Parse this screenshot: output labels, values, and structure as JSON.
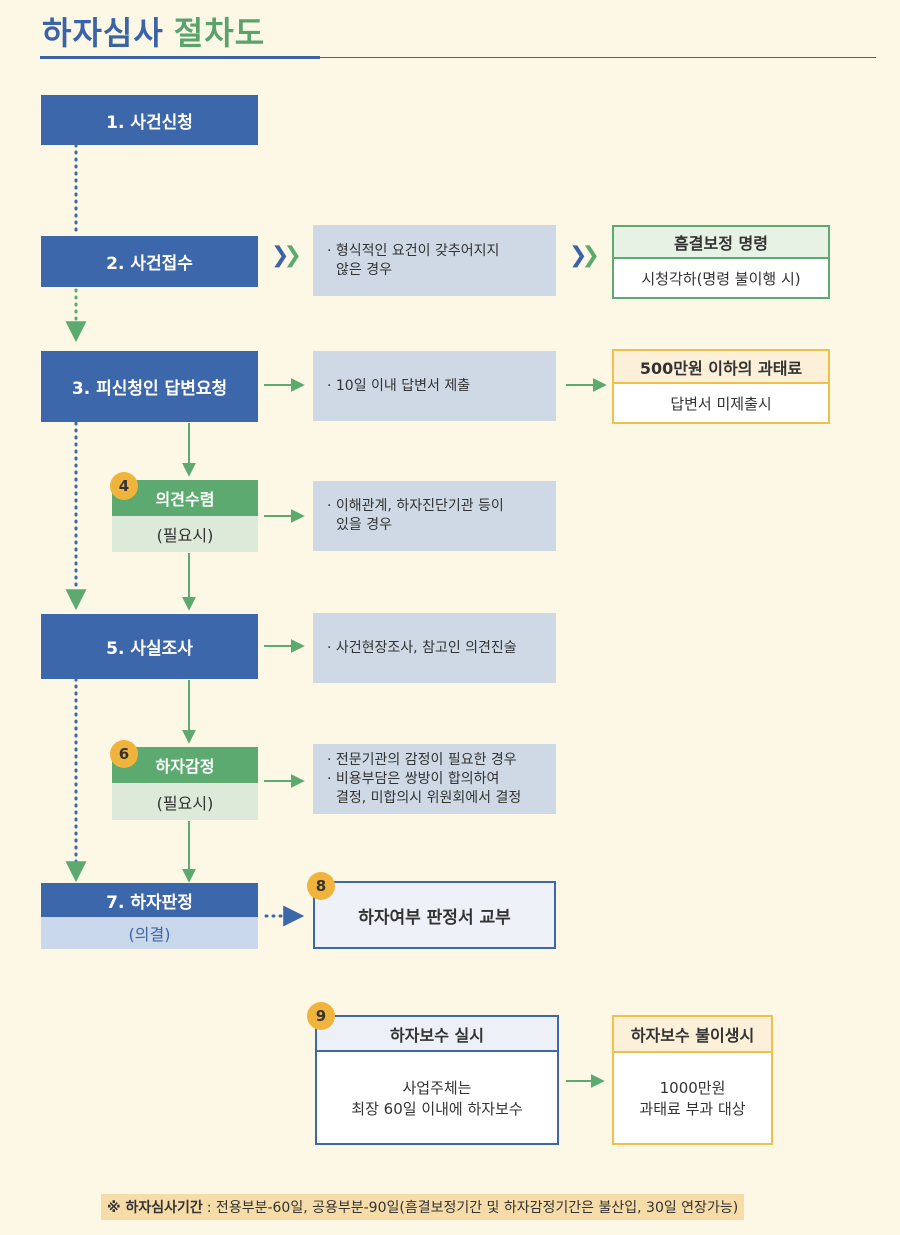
{
  "header": {
    "title_part1": "하자심사",
    "title_part2": "절차도"
  },
  "steps": {
    "s1": "1. 사건신청",
    "s2": "2. 사건접수",
    "s3": "3. 피신청인 답변요청",
    "s4": {
      "badge": "4",
      "label": "의견수렴",
      "sub": "(필요시)"
    },
    "s5": "5. 사실조사",
    "s6": {
      "badge": "6",
      "label": "하자감정",
      "sub": "(필요시)"
    },
    "s7": {
      "label": "7. 하자판정",
      "sub": "(의결)"
    },
    "s8": {
      "badge": "8",
      "label": "하자여부 판정서 교부"
    },
    "s9": {
      "badge": "9",
      "head": "하자보수 실시",
      "line1": "사업주체는",
      "line2": "최장 60일 이내에 하자보수"
    }
  },
  "info": {
    "i2": {
      "line1": "· 형식적인 요건이   갖추어지지",
      "line2": "않은 경우"
    },
    "i3": {
      "line1": "· 10일 이내 답변서 제출"
    },
    "i4": {
      "line1": "· 이해관계, 하자진단기관 등이",
      "line2": "있을 경우"
    },
    "i5": {
      "line1": "· 사건현장조사, 참고인 의견진술"
    },
    "i6": {
      "line1": "· 전문기관의 감정이 필요한 경우",
      "line2": "· 비용부담은 쌍방이 합의하여",
      "line3": "결정, 미합의시 위원회에서 결정"
    }
  },
  "results": {
    "r2": {
      "head": "흠결보정 명령",
      "body": "시청각하(명령 불이행 시)"
    },
    "r3": {
      "head": "500만원 이하의 과태료",
      "body": "답변서 미제출시"
    },
    "r9": {
      "head": "하자보수 불이생시",
      "line1": "1000만원",
      "line2": "과태료 부과 대상"
    }
  },
  "footer": {
    "label": "※ 하자심사기간",
    "text": ": 전용부분-60일, 공용부분-90일(흠결보정기간 및 하자감정기간은 불산입, 30일 연장가능)"
  },
  "colors": {
    "blue": "#3d67ab",
    "green": "#5caa6f",
    "yellow": "#efc04a",
    "info_bg": "#ced9e5",
    "page_bg": "#fdf8e6"
  }
}
